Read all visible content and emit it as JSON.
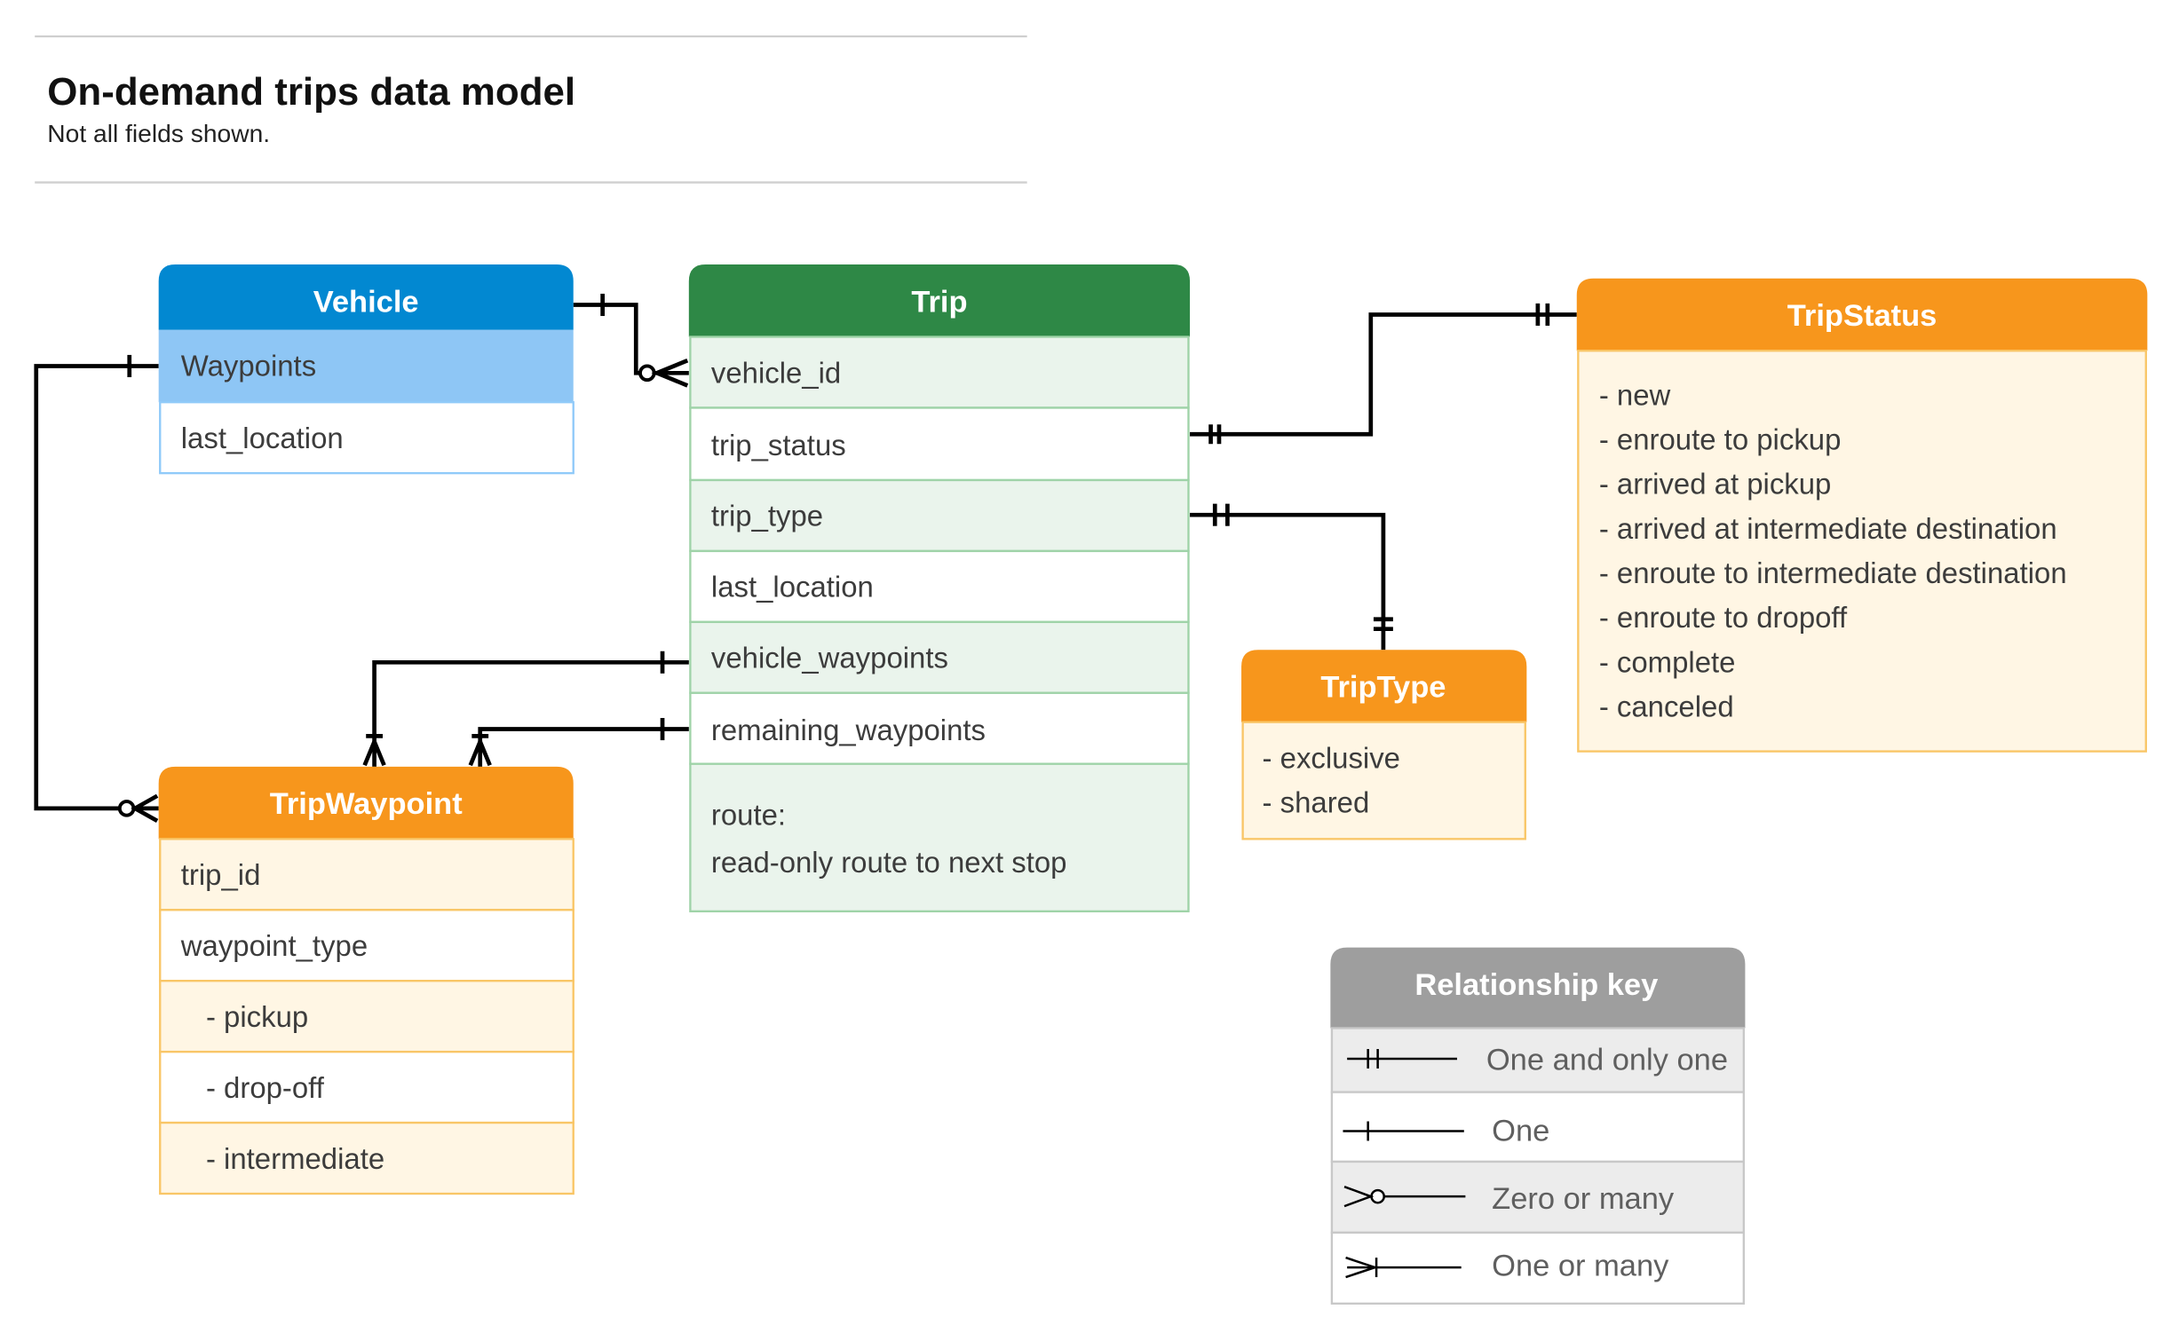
{
  "header": {
    "title": "On-demand trips data model",
    "subtitle": "Not all fields shown."
  },
  "colors": {
    "vehicle": "#0288d1",
    "vehicle_light": "#90caf9",
    "trip": "#2e8846",
    "trip_light": "#eaf4ec",
    "trip_border": "#9fd3a8",
    "orange": "#f7961c",
    "orange_light": "#fff6e4",
    "orange_border": "#f9c667",
    "key": "#9e9e9e",
    "key_light": "#ececec"
  },
  "vehicle": {
    "title": "Vehicle",
    "fields": [
      "Waypoints",
      "last_location"
    ]
  },
  "trip": {
    "title": "Trip",
    "fields": [
      "vehicle_id",
      "trip_status",
      "trip_type",
      "last_location",
      "vehicle_waypoints",
      "remaining_waypoints"
    ],
    "route_label": "route:",
    "route_desc": "read-only route to next stop"
  },
  "trip_status": {
    "title": "TripStatus",
    "values": [
      "- new",
      "- enroute to pickup",
      "- arrived at pickup",
      "- arrived at intermediate destination",
      "- enroute to intermediate destination",
      "- enroute to dropoff",
      "- complete",
      "- canceled"
    ]
  },
  "trip_type": {
    "title": "TripType",
    "values": [
      "- exclusive",
      "- shared"
    ]
  },
  "trip_waypoint": {
    "title": "TripWaypoint",
    "fields": [
      "trip_id",
      "waypoint_type",
      "- pickup",
      "- drop-off",
      "- intermediate"
    ]
  },
  "key": {
    "title": "Relationship key",
    "items": [
      {
        "label": "One and only one",
        "icon": "one-and-only-one-icon"
      },
      {
        "label": "One",
        "icon": "one-icon"
      },
      {
        "label": "Zero or many",
        "icon": "zero-or-many-icon"
      },
      {
        "label": "One or many",
        "icon": "one-or-many-icon"
      }
    ]
  }
}
